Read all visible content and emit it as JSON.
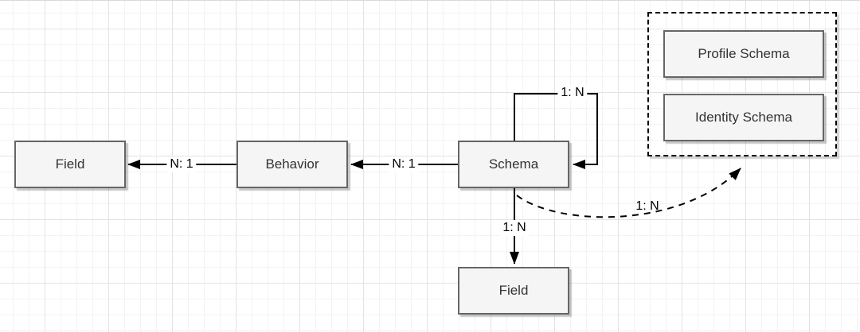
{
  "nodes": {
    "field_left": {
      "label": "Field"
    },
    "behavior": {
      "label": "Behavior"
    },
    "schema": {
      "label": "Schema"
    },
    "field_bottom": {
      "label": "Field"
    },
    "profile_schema": {
      "label": "Profile Schema"
    },
    "identity_schema": {
      "label": "Identity Schema"
    }
  },
  "edges": {
    "behavior_to_field_left": {
      "label": "N: 1",
      "style": "solid",
      "from": "Behavior",
      "to": "Field"
    },
    "schema_to_behavior": {
      "label": "N: 1",
      "style": "solid",
      "from": "Schema",
      "to": "Behavior"
    },
    "schema_self_loop": {
      "label": "1: N",
      "style": "solid",
      "from": "Schema",
      "to": "Schema"
    },
    "schema_to_field_bottom": {
      "label": "1: N",
      "style": "solid",
      "from": "Schema",
      "to": "Field"
    },
    "schema_to_schema_group": {
      "label": "1: N",
      "style": "dashed",
      "from": "Schema",
      "to": "Schema group"
    }
  },
  "colors": {
    "node_fill": "#f5f5f5",
    "node_border": "#666666",
    "node_text": "#333333",
    "edge": "#000000",
    "grid_minor": "#f3f3f3",
    "grid_major": "#e3e3e3",
    "canvas_bg": "#ffffff"
  }
}
